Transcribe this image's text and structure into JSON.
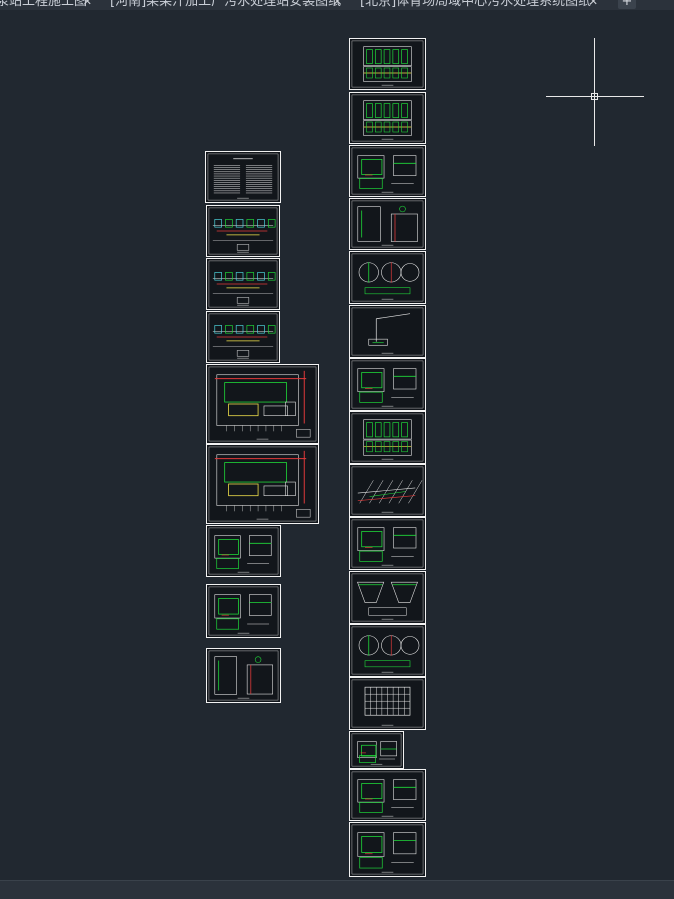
{
  "tabs": [
    {
      "label": "泵站工程施工图",
      "closable": true
    },
    {
      "label": "[河南]某果汁加工厂污水处理站安装图纸",
      "closable": true
    },
    {
      "label": "[北京]体育场局域中心污水处理系统图纸",
      "closable": true
    }
  ],
  "tab_close_glyph": "✕",
  "tab_add_glyph": "+",
  "colors": {
    "background": "#212830",
    "sheet_border": "#f2f2f2",
    "drawing_green": "#1fdc3a",
    "drawing_yellow": "#f2e24b",
    "drawing_red": "#e23a3a",
    "drawing_cyan": "#4fd8e0",
    "drawing_white": "#e8e8e8"
  },
  "icons": {
    "cursor": "crosshair-cursor-icon",
    "close": "close-icon",
    "add": "plus-icon"
  }
}
